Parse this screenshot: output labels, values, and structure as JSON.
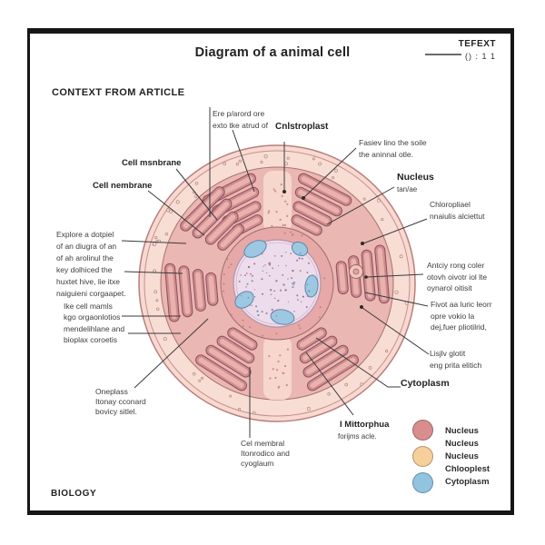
{
  "header": {
    "title": "Diagram of a animal cell",
    "corner_label": "TEFEXT",
    "corner_sub": "() : 1 1"
  },
  "section_heading": "CONTEXT FROM ARTICLE",
  "footer": "BIOLOGY",
  "callouts": {
    "ere": "Ere p/arord ore\nexto tke atrud of",
    "chloroplast_top": "Cnlstroplast",
    "fasiev": "Fasiev lino the soile\nthe aninnal otle.",
    "nucleus": "Nucleus",
    "nucleus_sub": "tan/ae",
    "chloroplael": "Chloropliael\nnnaiulis alciettut",
    "cell_membrane_1": "Cell msnbrane",
    "cell_membrane_2": "Cell nembrane",
    "explore": "Explore a dotpiel\nof an diugra of an\nof ah arolinul the\nkey dolhiced the\nhuxtet hive, lie itxe\nnaiguieni corgaapet.",
    "ike": "Ike cell mamls\nkgo orgaonlotios\nmendelihlane and\nbioplax coroetis",
    "oneplass": "Oneplass\nItonay cconard\nbovicy sitlel.",
    "cel_membral": "Cel membral\nItonrodico and\ncyoglaum",
    "mitochondria": "I Mittorphua",
    "mitochondria_sub": "forijms acle.",
    "cytoplasm": "Cytoplasm",
    "antciy": "Antciy rong coler\notovh oivotr iol lte\noynarol oitisit",
    "fivot": "Fivot aa luric leorr\nopre vokio la\ndej,fuer pliotilrid,",
    "lisjlv": "Lisjlv glotit\neng prita elitich"
  },
  "legend": {
    "labels": [
      "Nucleus",
      "Nucleus",
      "Nucleus",
      "Chlooplest",
      "Cytoplasm"
    ],
    "swatches": [
      {
        "name": "nucleus-red",
        "color": "#d98d8d"
      },
      {
        "name": "nucleus-orange",
        "color": "#f6cf9a"
      },
      {
        "name": "cytoplasm-blue",
        "color": "#90c4e1"
      }
    ]
  },
  "palette": {
    "cell_outer": "#f7d9d2",
    "cell_band": "#eab7b2",
    "organelle": "#d08b91",
    "nucleus_fill": "#eddcec",
    "nucleoli_blue": "#9dc8e4",
    "line": "#3a3a3a",
    "frame": "#161616"
  }
}
